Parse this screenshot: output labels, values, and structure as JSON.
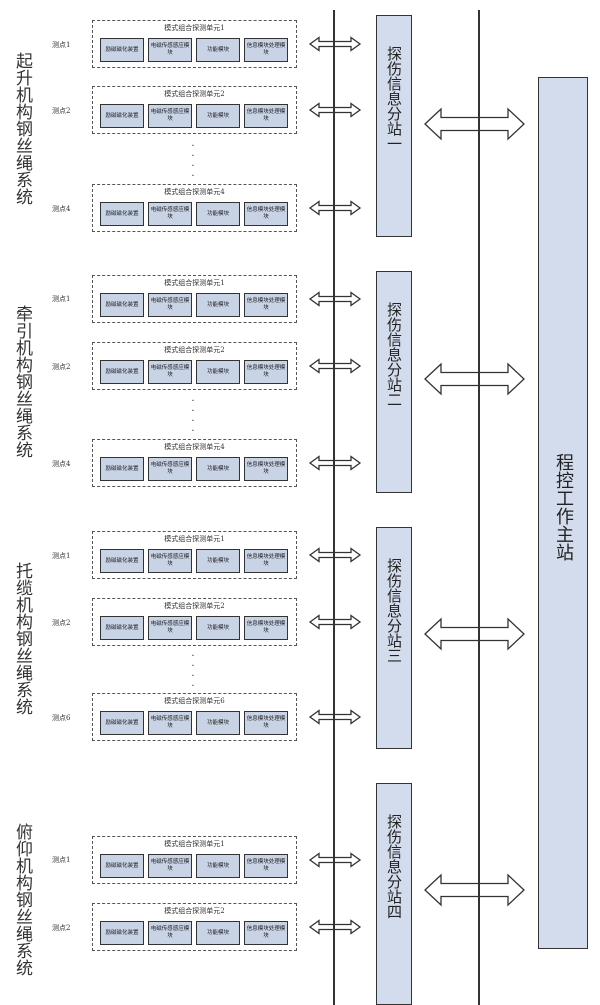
{
  "main_station": {
    "label": "程控工作主站"
  },
  "groups": [
    {
      "label": "起升机构钢丝绳系统",
      "substation": "探伤信息分站一",
      "units": [
        {
          "point": "测点1",
          "title": "模式组合探测单元1",
          "modules": [
            "励磁磁化装置",
            "电磁传感感应模块",
            "功能模块",
            "信息模块处理模块"
          ]
        },
        {
          "point": "测点2",
          "title": "模式组合探测单元2",
          "modules": [
            "励磁磁化装置",
            "电磁传感感应模块",
            "功能模块",
            "信息模块处理模块"
          ]
        },
        {
          "point": "测点4",
          "title": "模式组合探测单元4",
          "modules": [
            "励磁磁化装置",
            "电磁传感感应模块",
            "功能模块",
            "信息模块处理模块"
          ]
        }
      ]
    },
    {
      "label": "牵引机构钢丝绳系统",
      "substation": "探伤信息分站二",
      "units": [
        {
          "point": "测点1",
          "title": "模式组合探测单元1",
          "modules": [
            "励磁磁化装置",
            "电磁传感感应模块",
            "功能模块",
            "信息模块处理模块"
          ]
        },
        {
          "point": "测点2",
          "title": "模式组合探测单元2",
          "modules": [
            "励磁磁化装置",
            "电磁传感感应模块",
            "功能模块",
            "信息模块处理模块"
          ]
        },
        {
          "point": "测点4",
          "title": "模式组合探测单元4",
          "modules": [
            "励磁磁化装置",
            "电磁传感感应模块",
            "功能模块",
            "信息模块处理模块"
          ]
        }
      ]
    },
    {
      "label": "托缆机构钢丝绳系统",
      "substation": "探伤信息分站三",
      "units": [
        {
          "point": "测点1",
          "title": "模式组合探测单元1",
          "modules": [
            "励磁磁化装置",
            "电磁传感感应模块",
            "功能模块",
            "信息模块处理模块"
          ]
        },
        {
          "point": "测点2",
          "title": "模式组合探测单元2",
          "modules": [
            "励磁磁化装置",
            "电磁传感感应模块",
            "功能模块",
            "信息模块处理模块"
          ]
        },
        {
          "point": "测点6",
          "title": "模式组合探测单元6",
          "modules": [
            "励磁磁化装置",
            "电磁传感感应模块",
            "功能模块",
            "信息模块处理模块"
          ]
        }
      ]
    },
    {
      "label": "俯仰机构钢丝绳系统",
      "substation": "探伤信息分站四",
      "units": [
        {
          "point": "测点1",
          "title": "模式组合探测单元1",
          "modules": [
            "励磁磁化装置",
            "电磁传感感应模块",
            "功能模块",
            "信息模块处理模块"
          ]
        },
        {
          "point": "测点2",
          "title": "模式组合探测单元2",
          "modules": [
            "励磁磁化装置",
            "电磁传感感应模块",
            "功能模块",
            "信息模块处理模块"
          ]
        }
      ]
    }
  ]
}
